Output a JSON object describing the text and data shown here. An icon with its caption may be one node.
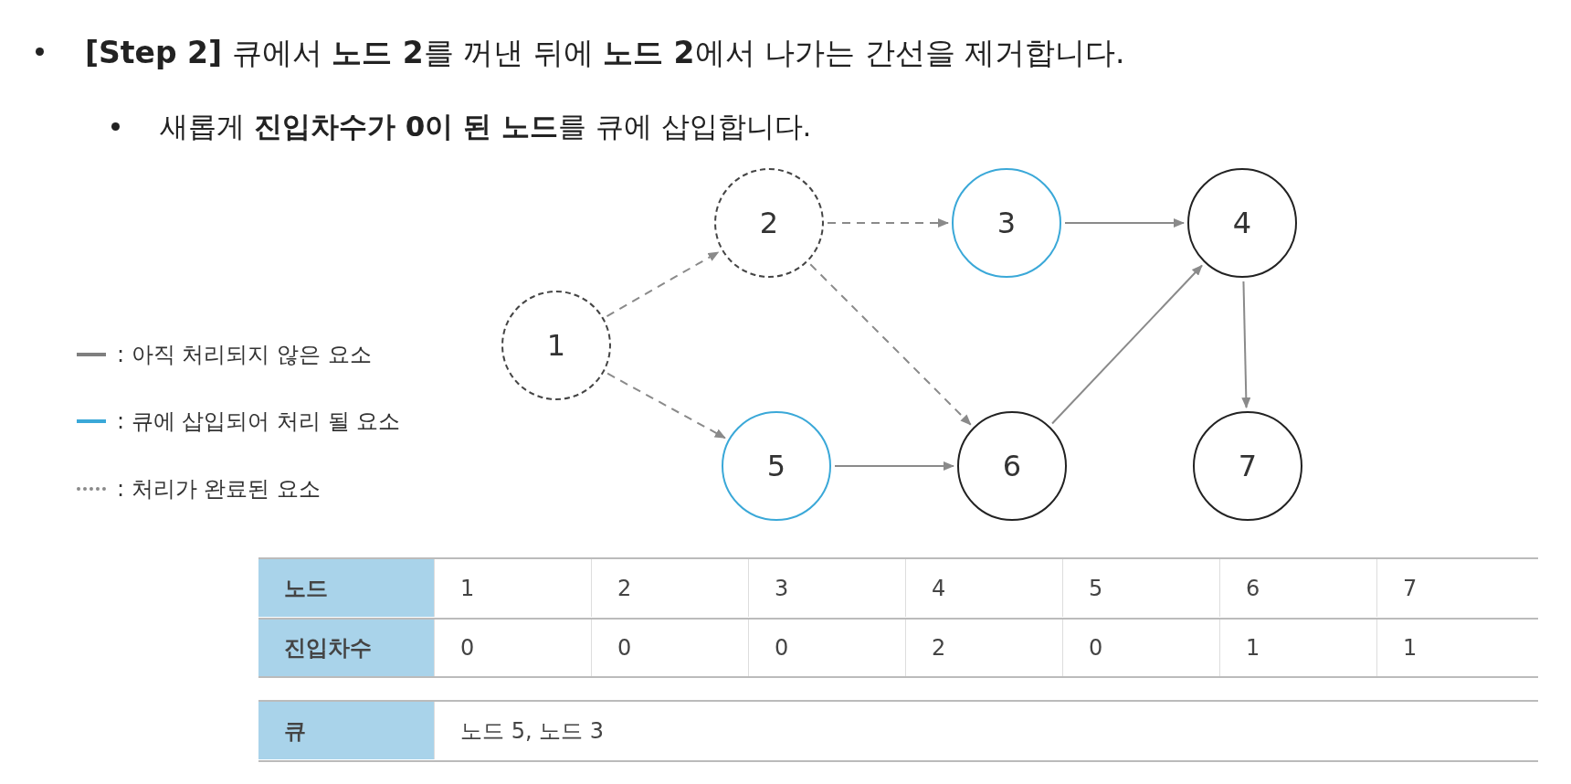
{
  "diagram": {
    "nodes": [
      {
        "text": [
          "1"
        ]
      },
      {
        "text": [
          "2"
        ]
      },
      {
        "text": [
          "3"
        ]
      },
      {
        "text": [
          "4"
        ]
      },
      {
        "text": [
          "5"
        ]
      },
      {
        "text": [
          "6"
        ]
      },
      {
        "text": [
          "7"
        ]
      }
    ],
    "edges": [
      {
        "from": 0,
        "to": 1,
        "arrow": "to",
        "style": "dashed"
      },
      {
        "from": 0,
        "to": 4,
        "arrow": "to",
        "style": "dashed"
      },
      {
        "from": 1,
        "to": 2,
        "arrow": "to",
        "style": "dashed"
      },
      {
        "from": 1,
        "to": 5,
        "arrow": "to",
        "style": "dashed"
      },
      {
        "from": 2,
        "to": 3,
        "arrow": "to"
      },
      {
        "from": 4,
        "to": 5,
        "arrow": "to"
      },
      {
        "from": 5,
        "to": 3,
        "arrow": "to"
      },
      {
        "from": 3,
        "to": 6,
        "arrow": "to"
      }
    ],
    "labels": [
      "**[Step 2]** 큐에서 **노드 2**를 꺼낸 뒤에 **노드 2**에서 나가는 간선을 제거합니다.",
      "새롭게 **진입차수가 0이 된 노드**를 큐에 삽입합니다.",
      "노드",
      "1",
      "2",
      "3",
      "4",
      "5",
      "6",
      "7",
      "진입차수",
      "0",
      "0",
      "0",
      "2",
      "0",
      "1",
      "1",
      "큐",
      "노드 5, 노드 3"
    ],
    "legend": [
      {
        "text": ": 아직 처리되지 않은 요소",
        "color": "#7f7f7f"
      },
      {
        "text": ": 큐에 삽입되어 처리 될 요소",
        "color": "#3aa8d8"
      },
      {
        "text": ": 처리가 완료된 요소"
      }
    ]
  }
}
